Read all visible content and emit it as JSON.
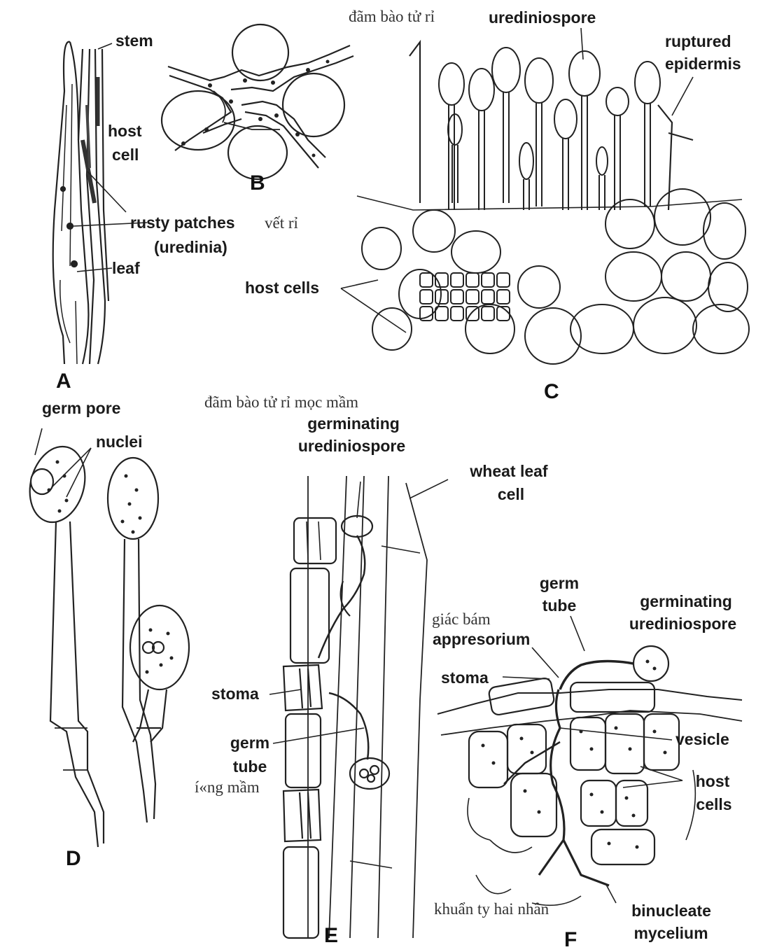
{
  "panels": {
    "A": "A",
    "B": "B",
    "C": "C",
    "D": "D",
    "E": "E",
    "F": "F"
  },
  "labels": {
    "stem": "stem",
    "host_cell_1": "host",
    "host_cell_2": "cell",
    "rusty_patches": "rusty patches",
    "uredinia": "(uredinia)",
    "leaf": "leaf",
    "urediniospore": "urediniospore",
    "ruptured_1": "ruptured",
    "ruptured_2": "epidermis",
    "host_cells_c": "host cells",
    "germ_pore": "germ pore",
    "nuclei": "nuclei",
    "germinating_e_1": "germinating",
    "germinating_e_2": "urediniospore",
    "wheat_leaf_1": "wheat leaf",
    "wheat_leaf_2": "cell",
    "stoma_e": "stoma",
    "germ_tube_e_1": "germ",
    "germ_tube_e_2": "tube",
    "germ_tube_f_1": "germ",
    "germ_tube_f_2": "tube",
    "germinating_f_1": "germinating",
    "germinating_f_2": "urediniospore",
    "appresorium": "appresorium",
    "stoma_f": "stoma",
    "vesicle": "vesicle",
    "host_cells_f_1": "host",
    "host_cells_f_2": "cells",
    "binucleate_1": "binucleate",
    "binucleate_2": "mycelium"
  },
  "vietnamese": {
    "rusty_patches": "vết rỉ",
    "urediniospore": "đãm bào tử rỉ",
    "germinating": "đãm bào tử rỉ mọc mầm",
    "germ_tube": "í«ng mầm",
    "appresorium": "giác bám",
    "binucleate": "khuẩn ty hai nhân"
  }
}
